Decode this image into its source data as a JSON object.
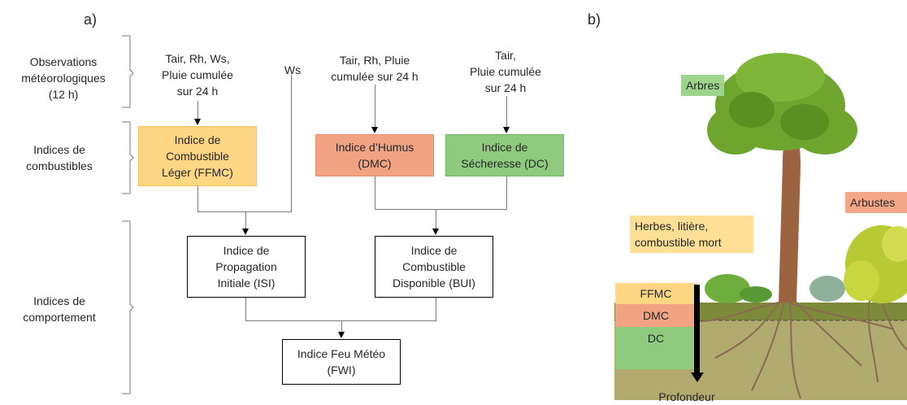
{
  "panel_a": {
    "label": "a)",
    "categories": {
      "obs": [
        "Observations",
        "météorologiques",
        "(12 h)"
      ],
      "fuel": [
        "Indices de",
        "combustibles"
      ],
      "behaviour": [
        "Indices de",
        "comportement"
      ]
    },
    "inputs": {
      "ffmc": [
        "Tair, Rh, Ws,",
        "Pluie cumulée",
        "sur 24 h"
      ],
      "ws": [
        "Ws"
      ],
      "dmc": [
        "Tair, Rh, Pluie",
        "cumulée sur 24 h"
      ],
      "dc": [
        "Tair,",
        "Pluie cumulée",
        "sur 24 h"
      ]
    },
    "boxes": {
      "ffmc": [
        "Indice de",
        "Combustible",
        "Léger (FFMC)"
      ],
      "dmc": [
        "Indice d’Humus",
        "(DMC)"
      ],
      "dc": [
        "Indice de",
        "Sécheresse (DC)"
      ],
      "isi": [
        "Indice de",
        "Propagation",
        "Initiale (ISI)"
      ],
      "bui": [
        "Indice de",
        "Combustible",
        "Disponible  (BUI)"
      ],
      "fwi": [
        "Indice Feu Météo",
        "(FWI)"
      ]
    }
  },
  "panel_b": {
    "label": "b)",
    "tags": {
      "trees": "Arbres",
      "shrubs": "Arbustes",
      "herbs": [
        "Herbes, litière,",
        "combustible mort"
      ]
    },
    "layers": {
      "ffmc": "FFMC",
      "dmc": "DMC",
      "dc": "DC"
    },
    "depth_label": "Profondeur"
  },
  "colors": {
    "ffmc": "#ffd684",
    "dmc": "#f2a383",
    "dc": "#8ecb7f"
  }
}
